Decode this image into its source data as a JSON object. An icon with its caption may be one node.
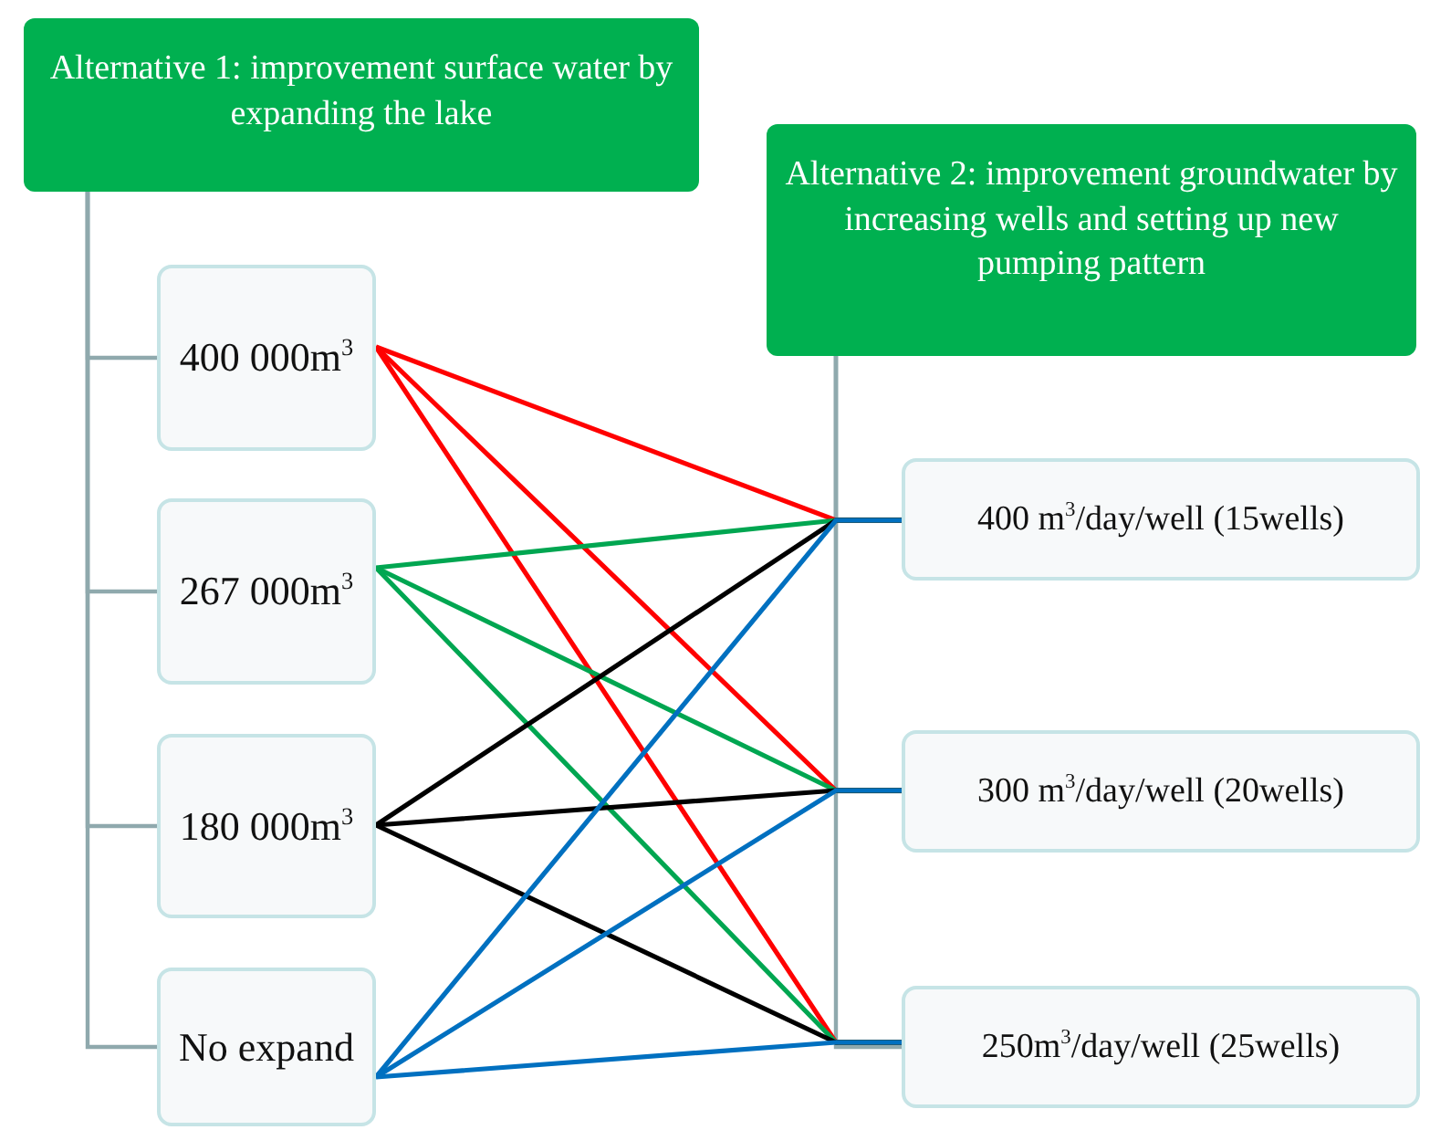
{
  "diagram": {
    "nodes": [
      {
        "text": [
          "Alternative 1: improvement surface water by expanding the lake"
        ]
      },
      {
        "text": [
          "400 000m$^{3}$"
        ]
      },
      {
        "text": [
          "267 000m$^{3}$"
        ]
      },
      {
        "text": [
          "180 000m$^{3}$"
        ]
      },
      {
        "text": [
          "No expand"
        ]
      },
      {
        "text": [
          "Alternative 2: improvement groundwater by increasing wells and setting up new pumping pattern"
        ]
      },
      {
        "text": [
          "400 m$^{3}$/day/well (15wells)"
        ]
      },
      {
        "text": [
          "300 m$^{3}$/day/well (20wells)"
        ]
      },
      {
        "text": [
          "250m$^{3}$/day/well (25wells)"
        ]
      }
    ],
    "edges": [
      {
        "from": 0,
        "to": 1,
        "arrow": "none"
      },
      {
        "from": 0,
        "to": 2,
        "arrow": "none"
      },
      {
        "from": 0,
        "to": 3,
        "arrow": "none"
      },
      {
        "from": 0,
        "to": 4,
        "arrow": "none"
      },
      {
        "from": 5,
        "to": 6,
        "arrow": "none"
      },
      {
        "from": 5,
        "to": 7,
        "arrow": "none"
      },
      {
        "from": 5,
        "to": 8,
        "arrow": "none"
      },
      {
        "from": 1,
        "to": 6,
        "arrow": "none",
        "color": "#ff0000"
      },
      {
        "from": 1,
        "to": 7,
        "arrow": "none",
        "color": "#ff0000"
      },
      {
        "from": 1,
        "to": 8,
        "arrow": "none",
        "color": "#ff0000"
      },
      {
        "from": 2,
        "to": 6,
        "arrow": "none",
        "color": "#00a651"
      },
      {
        "from": 2,
        "to": 7,
        "arrow": "none",
        "color": "#00a651"
      },
      {
        "from": 2,
        "to": 8,
        "arrow": "none",
        "color": "#00a651"
      },
      {
        "from": 3,
        "to": 6,
        "arrow": "none",
        "color": "#000000"
      },
      {
        "from": 3,
        "to": 7,
        "arrow": "none",
        "color": "#000000"
      },
      {
        "from": 3,
        "to": 8,
        "arrow": "none",
        "color": "#000000"
      },
      {
        "from": 4,
        "to": 6,
        "arrow": "none",
        "color": "#0070c0"
      },
      {
        "from": 4,
        "to": 7,
        "arrow": "none",
        "color": "#0070c0"
      },
      {
        "from": 4,
        "to": 8,
        "arrow": "none",
        "color": "#0070c0"
      }
    ]
  }
}
